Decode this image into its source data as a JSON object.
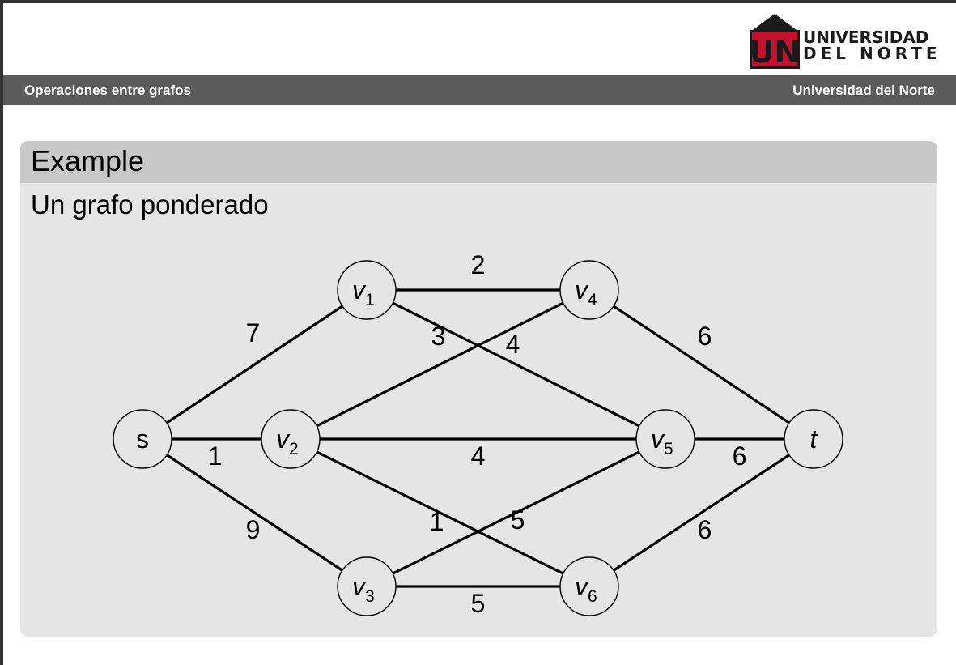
{
  "logo": {
    "mark": "UN",
    "line1": "UNIVERSIDAD",
    "line2": "DEL NORTE",
    "colors": {
      "red": "#c8102e",
      "black": "#1a1a1a"
    }
  },
  "header": {
    "left_title": "Operaciones entre grafos",
    "right_title": "Universidad del Norte"
  },
  "block": {
    "title": "Example",
    "subtitle": "Un grafo ponderado"
  },
  "graph": {
    "nodes": [
      {
        "id": "s",
        "label": "s",
        "sub": ""
      },
      {
        "id": "v1",
        "label": "v",
        "sub": "1"
      },
      {
        "id": "v2",
        "label": "v",
        "sub": "2"
      },
      {
        "id": "v3",
        "label": "v",
        "sub": "3"
      },
      {
        "id": "v4",
        "label": "v",
        "sub": "4"
      },
      {
        "id": "v5",
        "label": "v",
        "sub": "5"
      },
      {
        "id": "v6",
        "label": "v",
        "sub": "6"
      },
      {
        "id": "t",
        "label": "t",
        "sub": ""
      }
    ],
    "edges": [
      {
        "from": "v1",
        "to": "v4",
        "weight": "2"
      },
      {
        "from": "s",
        "to": "v1",
        "weight": "7"
      },
      {
        "from": "v4",
        "to": "t",
        "weight": "6"
      },
      {
        "from": "v2",
        "to": "v4",
        "weight": "3"
      },
      {
        "from": "v1",
        "to": "v5",
        "weight": "4"
      },
      {
        "from": "s",
        "to": "v2",
        "weight": "1"
      },
      {
        "from": "v2",
        "to": "v5",
        "weight": "4"
      },
      {
        "from": "v5",
        "to": "t",
        "weight": "6"
      },
      {
        "from": "v2",
        "to": "v6",
        "weight": "1"
      },
      {
        "from": "v3",
        "to": "v5",
        "weight": "5"
      },
      {
        "from": "s",
        "to": "v3",
        "weight": "9"
      },
      {
        "from": "v6",
        "to": "t",
        "weight": "6"
      },
      {
        "from": "v3",
        "to": "v6",
        "weight": "5"
      }
    ]
  }
}
